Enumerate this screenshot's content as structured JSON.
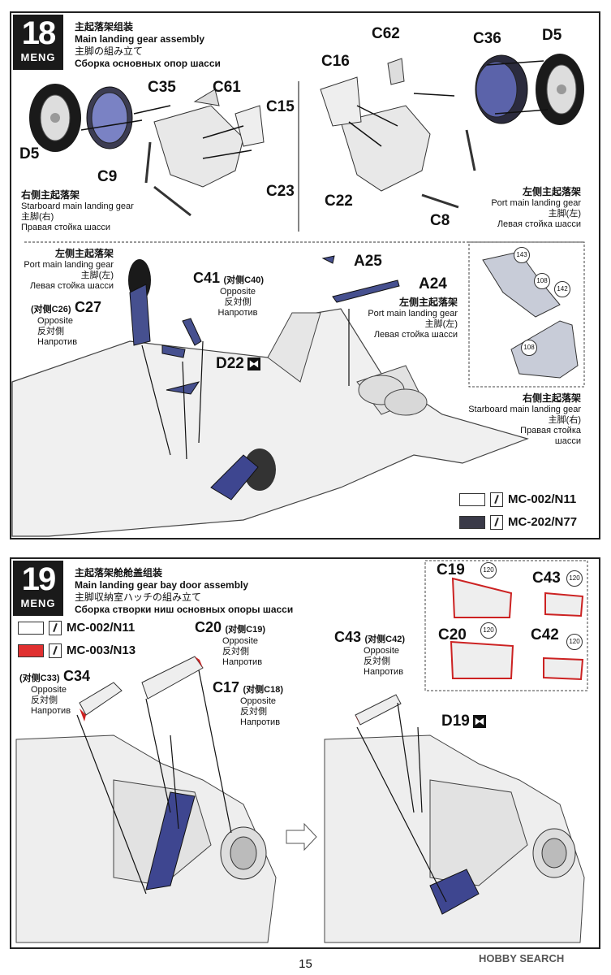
{
  "step18": {
    "number": "18",
    "brand": "MENG",
    "title_zh": "主起落架组装",
    "title_en": "Main landing gear assembly",
    "title_ja": "主脚の組み立て",
    "title_ru": "Сборка основных опор шасси",
    "starboard": {
      "zh": "右侧主起落架",
      "en": "Starboard main landing gear",
      "ja": "主脚(右)",
      "ru": "Правая стойка шасси"
    },
    "port": {
      "zh": "左侧主起落架",
      "en": "Port main landing gear",
      "ja": "主脚(左)",
      "ru": "Левая стойка шасси"
    },
    "parts_top": [
      "C35",
      "C61",
      "C15",
      "D5",
      "C9",
      "C23",
      "C62",
      "C36",
      "D5",
      "C16",
      "C22",
      "C8"
    ],
    "port_lower": {
      "zh": "左侧主起落架",
      "en": "Port main landing gear",
      "ja": "主脚(左)",
      "ru": "Левая стойка шасси"
    },
    "c41": {
      "part": "C41",
      "alt": "(对侧C40)",
      "en": "Opposite",
      "ja": "反対側",
      "ru": "Напротив"
    },
    "c27": {
      "part": "C27",
      "alt": "(对侧C26)",
      "en": "Opposite",
      "ja": "反対側",
      "ru": "Напротив"
    },
    "a25": "A25",
    "a24": "A24",
    "d22": "D22",
    "port_right": {
      "zh": "左侧主起落架",
      "en": "Port main landing gear",
      "ja": "主脚(左)",
      "ru": "Левая стойка шасси"
    },
    "starboard_right": {
      "zh": "右侧主起落架",
      "en": "Starboard main landing gear",
      "ja": "主脚(右)",
      "ru1": "Правая стойка",
      "ru2": "шасси"
    },
    "callouts": [
      "143",
      "108",
      "142",
      "108"
    ],
    "paints": [
      {
        "code": "MC-002/N11",
        "color": "#ffffff"
      },
      {
        "code": "MC-202/N77",
        "color": "#3a3a48"
      }
    ]
  },
  "step19": {
    "number": "19",
    "brand": "MENG",
    "title_zh": "主起落架舱舱盖组装",
    "title_en": "Main landing gear bay door assembly",
    "title_ja": "主脚収納室ハッチの組み立て",
    "title_ru": "Сборка створки ниш основных опоры шасси",
    "paints": [
      {
        "code": "MC-002/N11",
        "color": "#ffffff"
      },
      {
        "code": "MC-003/N13",
        "color": "#e03030"
      }
    ],
    "c20": {
      "part": "C20",
      "alt": "(对侧C19)",
      "en": "Opposite",
      "ja": "反対側",
      "ru": "Напротив"
    },
    "c34": {
      "part": "C34",
      "alt": "(对侧C33)",
      "en": "Opposite",
      "ja": "反対側",
      "ru": "Напротив"
    },
    "c17": {
      "part": "C17",
      "alt": "(对侧C18)",
      "en": "Opposite",
      "ja": "反対側",
      "ru": "Напротив"
    },
    "c43": {
      "part": "C43",
      "alt": "(对侧C42)",
      "en": "Opposite",
      "ja": "反対側",
      "ru": "Напротив"
    },
    "d19": "D19",
    "inset": [
      {
        "part": "C19",
        "callout": "120"
      },
      {
        "part": "C43",
        "callout": "120"
      },
      {
        "part": "C20",
        "callout": "120"
      },
      {
        "part": "C42",
        "callout": "120"
      }
    ]
  },
  "page": {
    "number": "15",
    "watermark": "HOBBY SEARCH"
  }
}
